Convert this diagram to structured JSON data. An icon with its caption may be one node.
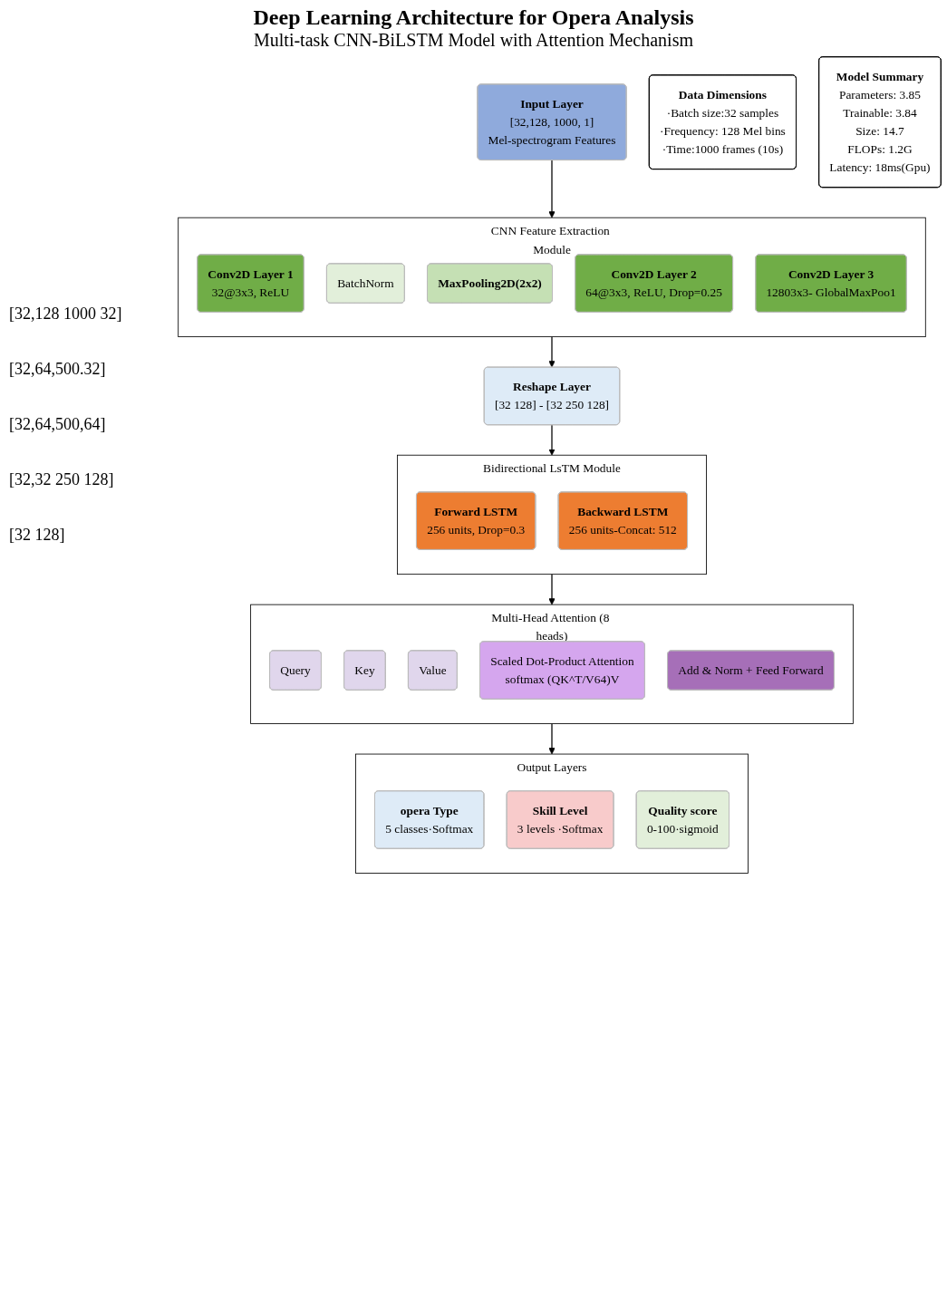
{
  "diagram": {
    "title": "Deep Learning Architecture for Opera Analysis",
    "caption": "Multi-task CNN-BiLSTM Model with Attention Mechanism",
    "nodes": [
      {
        "text": [
          "Input Layer",
          "[32,128, 1000, 1]",
          "Mel-spectrogram Features"
        ]
      },
      {
        "text": [
          "Data Dimensions",
          "·Batch size:32 samples",
          "·Frequency: 128 Mel bins",
          "·Time:1000 frames (10s)"
        ]
      },
      {
        "text": [
          "CNN Feature Extraction Module"
        ]
      },
      {
        "text": [
          "Conv2D Layer 1",
          "32@3x3, ReLU"
        ],
        "in": 2
      },
      {
        "text": [
          "BatchNorm"
        ],
        "in": 2
      },
      {
        "text": [
          "MaxPooling2D(2x2)"
        ],
        "in": 2
      },
      {
        "text": [
          "Conv2D Layer 2",
          "64@3x3, ReLU, Drop=0.25"
        ],
        "in": 2
      },
      {
        "text": [
          "Conv2D Layer 3",
          "12803x3- GlobalMaxPoo1"
        ],
        "in": 2
      },
      {
        "text": [
          "Reshape Layer",
          "[32 128] - [32 250 128]"
        ]
      },
      {
        "text": [
          "Model Summary",
          "Parameters: 3.85",
          "Trainable: 3.84",
          "Size: 14.7",
          "FLOPs: 1.2G",
          "Latency: 18ms(Gpu)"
        ]
      },
      {
        "text": [
          "Bidirectional LsTM Module"
        ]
      },
      {
        "text": [
          "Forward LSTM",
          "256 units, Drop=0.3"
        ],
        "in": 10
      },
      {
        "text": [
          "Backward LSTM",
          "256 units-Concat: 512"
        ],
        "in": 10
      },
      {
        "text": [
          "Multi-Head Attention (8 heads)"
        ]
      },
      {
        "text": [
          "Query"
        ],
        "in": 13
      },
      {
        "text": [
          "Key"
        ],
        "in": 13
      },
      {
        "text": [
          "Value"
        ],
        "in": 13
      },
      {
        "text": [
          "Scaled Dot-Product Attention",
          "softmax (QK^T/V64)V"
        ],
        "in": 13
      },
      {
        "text": [
          "Add & Norm + Feed Forward"
        ],
        "in": 13
      },
      {
        "text": [
          "Output Layers"
        ]
      },
      {
        "text": [
          "opera Type",
          "5 classes·Softmax"
        ],
        "in": 19
      },
      {
        "text": [
          "Skill Level",
          "3 levels ·Softmax"
        ],
        "in": 19
      },
      {
        "text": [
          "Quality score",
          "0-100·sigmoid"
        ],
        "in": 19
      }
    ],
    "edges": [
      {
        "from": 0,
        "to": 2,
        "arrow": "to"
      },
      {
        "from": 2,
        "to": 8,
        "arrow": "to"
      },
      {
        "from": 8,
        "to": 10,
        "arrow": "to"
      },
      {
        "from": 10,
        "to": 13,
        "arrow": "to"
      },
      {
        "from": 13,
        "to": 19,
        "arrow": "to"
      }
    ],
    "labels": [
      "[32,128 1000 32]",
      "[32,64,500.32]",
      "[32,64,500,64]",
      "[32,32 250 128]",
      "[32 128]"
    ]
  }
}
